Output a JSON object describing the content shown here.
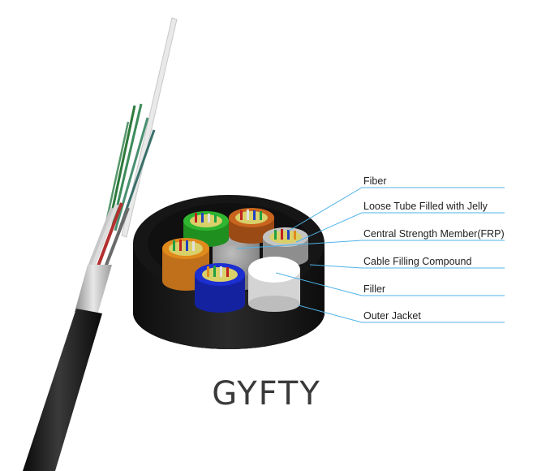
{
  "diagram": {
    "model_name": "GYFTY",
    "labels": [
      {
        "id": "fiber",
        "text": "Fiber"
      },
      {
        "id": "loose_tube",
        "text": "Loose Tube Filled with Jelly"
      },
      {
        "id": "frp",
        "text": "Central Strength Member(FRP)"
      },
      {
        "id": "filling",
        "text": "Cable Filling Compound"
      },
      {
        "id": "filler",
        "text": "Filler"
      },
      {
        "id": "jacket",
        "text": "Outer  Jacket"
      }
    ],
    "colors": {
      "leader_line": "#4fb3e8",
      "jacket": "#1c1c1c",
      "tube_green": "#2fb52f",
      "tube_orange_top": "#c8641e",
      "tube_orange_left": "#e08a1c",
      "tube_blue": "#1c2fd0",
      "tube_gray": "#b9b9b9",
      "filler_white": "#f2f2f2",
      "frp_gray": "#9a9a9a"
    }
  }
}
